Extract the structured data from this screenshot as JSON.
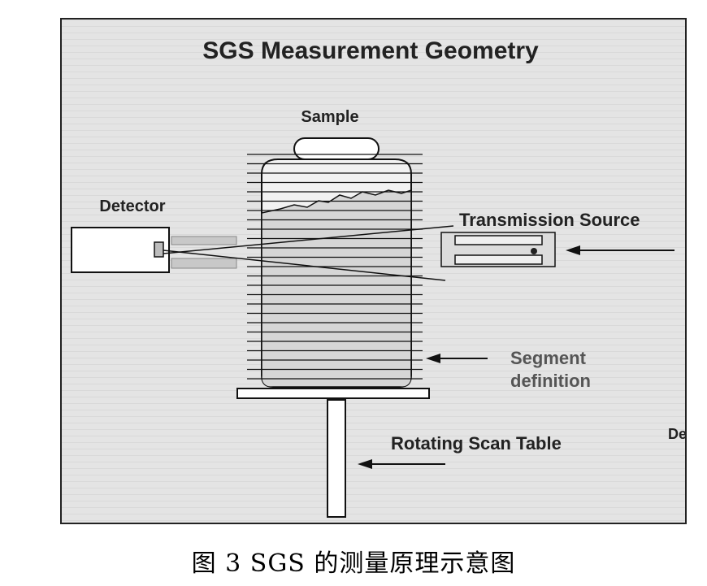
{
  "diagram": {
    "title": "SGS Measurement Geometry",
    "labels": {
      "sample": "Sample",
      "detector": "Detector",
      "transmission_source": "Transmission Source",
      "segment_line1": "Segment",
      "segment_line2": "definition",
      "scan_table": "Rotating Scan Table",
      "edge_fragment": "De"
    },
    "colors": {
      "panel_background": "#e1e1e1",
      "line": "#000000",
      "light_bar": "#c8c8c8",
      "segment_text": "#555555"
    }
  },
  "caption": "图 3 SGS 的测量原理示意图"
}
